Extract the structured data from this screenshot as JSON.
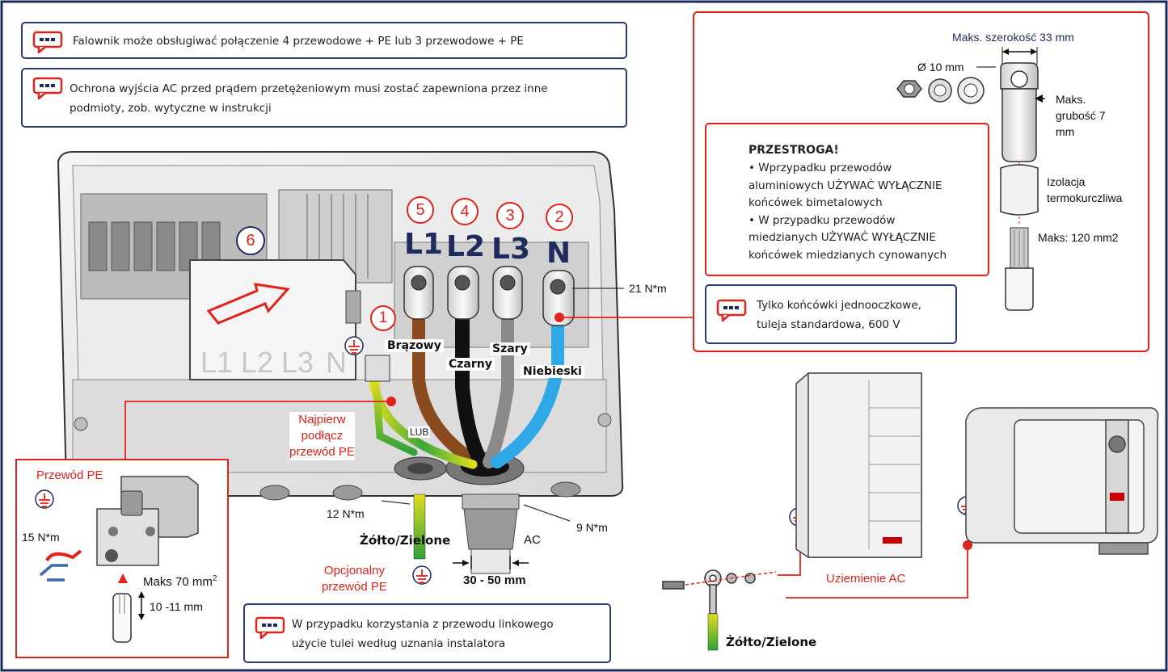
{
  "notes": {
    "n1": "Falownik może obsługiwać połączenie 4 przewodowe + PE lub 3 przewodowe + PE",
    "n2": [
      "Ochrona wyjścia AC przed prądem przetężeniowym musi zostać zapewniona przez inne",
      "podmioty, zob. wytyczne w instrukcji"
    ],
    "n3": [
      "Tylko końcówki jednooczkowe,",
      "tuleja standardowa, 600 V"
    ],
    "n4": [
      "W przypadku korzystania z przewodu linkowego",
      "użycie tulei według uznania instalatora"
    ]
  },
  "caution": {
    "title": "PRZESTROGA!",
    "lines": [
      "• Wprzypadku przewodów",
      "aluminiowych UŻYWAĆ WYŁĄCZNIE",
      "końcówek bimetalowych",
      "• W przypadku przewodów",
      "miedzianych UŻYWAĆ WYŁĄCZNIE",
      "końcówek miedzianych cynowanych"
    ]
  },
  "lug": {
    "max_width": "Maks. szerokość 33 mm",
    "diameter": "Ø 10 mm",
    "max_thickness": [
      "Maks.",
      "grubość 7",
      "mm"
    ],
    "insulation": [
      "Izolacja",
      "termokurczliwa"
    ],
    "max_cross": "Maks: 120 mm2",
    "torque": "21 N*m"
  },
  "terminals": {
    "numbers": [
      "1",
      "2",
      "3",
      "4",
      "5",
      "6"
    ],
    "phase_labels": [
      "L1",
      "L2",
      "L3",
      "N"
    ],
    "cover_labels": [
      "L1",
      "L2",
      "L3",
      "N"
    ]
  },
  "wires": {
    "brown": "Brązowy",
    "black": "Czarny",
    "grey": "Szary",
    "blue": "Niebieski",
    "or": "LUB"
  },
  "pe_first": [
    "Najpierw",
    "podłącz",
    "przewód PE"
  ],
  "torques": {
    "gland_pe": "12 N*m",
    "gland_ac": "9 N*m",
    "pe_screw": "15 N*m"
  },
  "yellow_green": "Żółto/Zielone",
  "ac": "AC",
  "gland_range": "30 - 50 mm",
  "optional_pe": [
    "Opcjonalny",
    "przewód PE"
  ],
  "pe_detail": {
    "title": "Przewód PE",
    "max": "Maks 70 mm",
    "sup": "2",
    "strip": "10 -11 mm"
  },
  "grounding": {
    "label": "Uziemienie AC",
    "wire": "Żółto/Zielone"
  },
  "colors": {
    "accent_red": "#e2231a",
    "note_border": "#2d3a78",
    "frame": "#1f2b5c",
    "brown": "#8b4a1e",
    "grey": "#8a8a8a",
    "blue": "#2ea8e6",
    "yellow": "#d9d21a",
    "green": "#3aa83a"
  }
}
